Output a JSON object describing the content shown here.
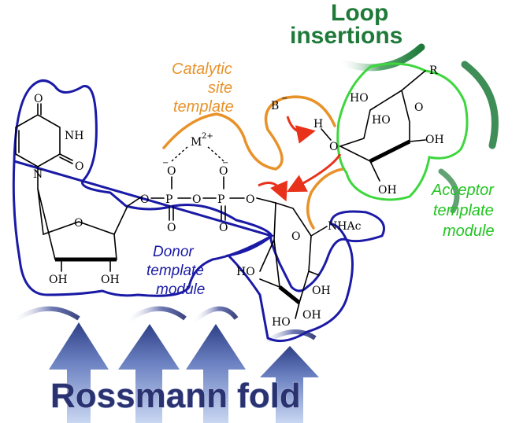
{
  "labels": {
    "loop_line1": "Loop",
    "loop_line2": "insertions",
    "catalytic_line1": "Catalytic",
    "catalytic_line2": "site",
    "catalytic_line3": "template",
    "acceptor_line1": "Acceptor",
    "acceptor_line2": "template",
    "acceptor_line3": "module",
    "donor_line1": "Donor",
    "donor_line2": "template",
    "donor_line3": "module",
    "rossmann": "Rossmann fold"
  },
  "chemistry": {
    "base_o": "B",
    "base_charge": "−",
    "h": "H",
    "o_acceptor": "O",
    "r": "R",
    "ho_acc1": "HO",
    "o_acc_ring": "O",
    "ho_acc2": "HO",
    "oh_acc3": "OH",
    "oh_acc4": "OH",
    "metal": "M",
    "metal_charge": "2+",
    "o_minus1": "O",
    "minus1": "−",
    "o_minus2": "O",
    "minus2": "−",
    "p1": "P",
    "p2": "P",
    "o_bridge": "O",
    "o_ester": "O",
    "o_leaving": "O",
    "o_p1_bottom": "O",
    "o_p2_bottom": "O",
    "nhac": "NHAc",
    "o_sugar_ring": "O",
    "ho_s1": "HO",
    "oh_s2": "OH",
    "ho_s3": "HO",
    "oh_s4": "OH",
    "o_ribose": "O",
    "oh_r1": "OH",
    "oh_r2": "OH",
    "o_uracil_top": "O",
    "nh": "NH",
    "o_uracil_right": "O",
    "n_uracil": "N"
  },
  "colors": {
    "orange": "#e8922a",
    "blue": "#1a1aa6",
    "green": "#22c322",
    "dark_green": "#1f7a3a",
    "red_arrow": "#e8321a",
    "rossmann_text": "#2b3270"
  }
}
